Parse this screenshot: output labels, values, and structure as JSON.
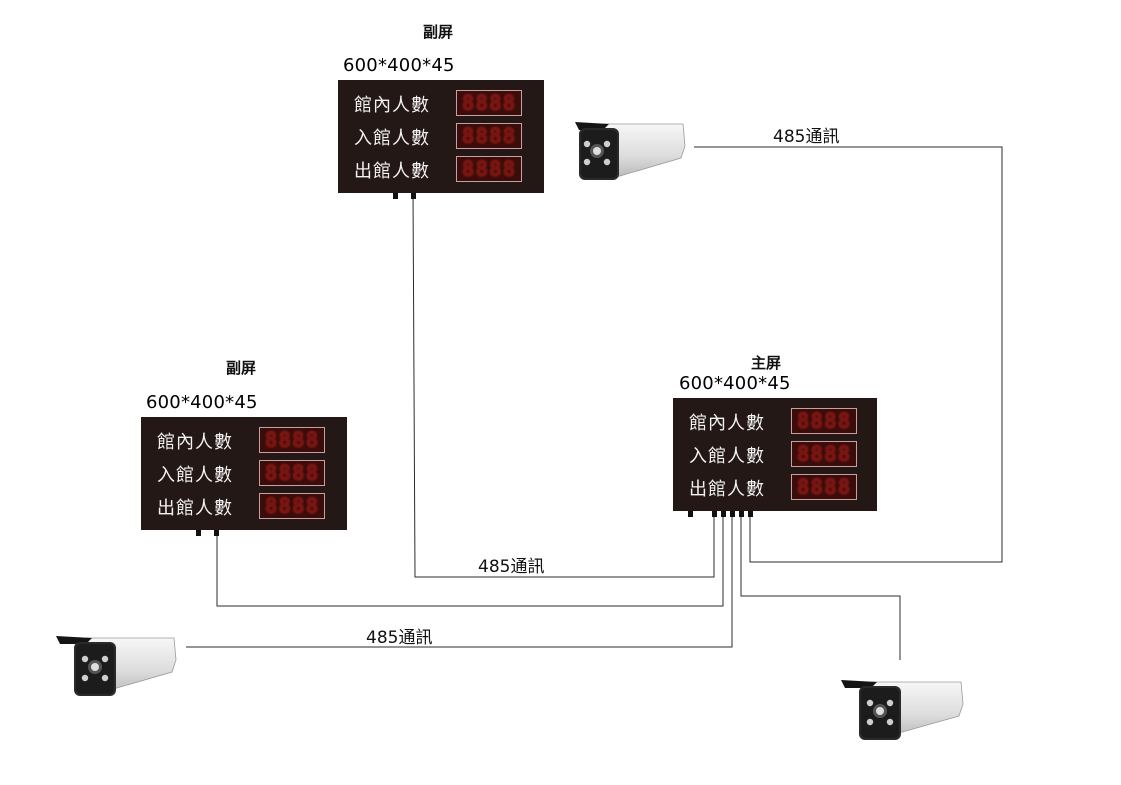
{
  "panels": {
    "sub_top": {
      "title": "副屏",
      "size": "600*400*45",
      "rows": [
        {
          "label": "館內人數",
          "digits": "8888"
        },
        {
          "label": "入館人數",
          "digits": "8888"
        },
        {
          "label": "出館人數",
          "digits": "8888"
        }
      ]
    },
    "sub_left": {
      "title": "副屏",
      "size": "600*400*45",
      "rows": [
        {
          "label": "館內人數",
          "digits": "8888"
        },
        {
          "label": "入館人數",
          "digits": "8888"
        },
        {
          "label": "出館人數",
          "digits": "8888"
        }
      ]
    },
    "main": {
      "title": "主屏",
      "size": "600*400*45",
      "rows": [
        {
          "label": "館內人數",
          "digits": "8888"
        },
        {
          "label": "入館人數",
          "digits": "8888"
        },
        {
          "label": "出館人數",
          "digits": "8888"
        }
      ]
    }
  },
  "connections": {
    "camera_top_label": "485通訊",
    "sub_top_label": "485通訊",
    "camera_left_label": "485通訊"
  },
  "colors": {
    "panel_bg": "#231816",
    "digit_on": "#7a1410",
    "wire": "#2b2b2b"
  }
}
